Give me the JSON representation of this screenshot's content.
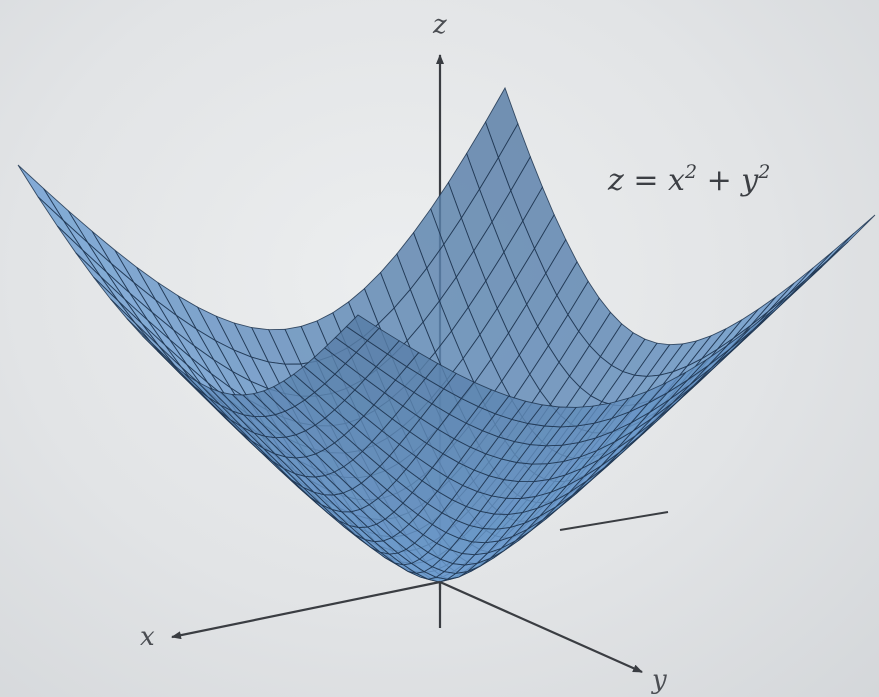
{
  "figure": {
    "surface_color": "#6e9ed2",
    "mesh_color": "#1f3550",
    "axis_color": "#3a3d42",
    "axes": {
      "x": "x",
      "y": "y",
      "z": "z"
    },
    "equation": {
      "z": "z",
      "eq": " = ",
      "x": "x",
      "plus": " + ",
      "y": "y",
      "exp_x": "2",
      "exp_y": "2"
    }
  }
}
